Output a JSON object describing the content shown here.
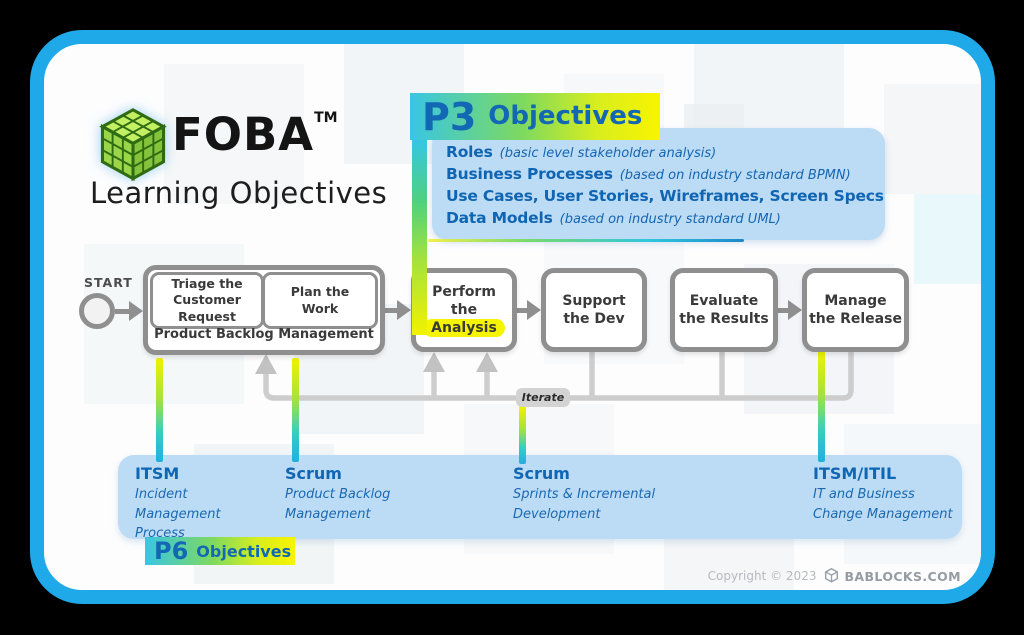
{
  "brand": {
    "name": "FOBA",
    "trademark": "TM",
    "subtitle": "Learning Objectives"
  },
  "p3_banner": {
    "tag": "P3",
    "label": "Objectives"
  },
  "p3_items": [
    {
      "title": "Roles",
      "note": "(basic level stakeholder analysis)"
    },
    {
      "title": "Business Processes",
      "note": "(based on industry standard BPMN)"
    },
    {
      "title": "Use Cases, User Stories, Wireframes, Screen Specs",
      "note": ""
    },
    {
      "title": "Data Models",
      "note": "(based on industry standard UML)"
    }
  ],
  "flow": {
    "start": "START",
    "box1a": [
      "Triage the",
      "Customer",
      "Request"
    ],
    "box1b": [
      "Plan the",
      "Work"
    ],
    "box1_footer": "Product Backlog Management",
    "box2": [
      "Perform",
      "the"
    ],
    "box2_highlight": "Analysis",
    "box3": [
      "Support",
      "the Dev"
    ],
    "box4": [
      "Evaluate",
      "the Results"
    ],
    "box5": [
      "Manage",
      "the Release"
    ],
    "iterate": "Iterate"
  },
  "p6_banner": {
    "tag": "P6",
    "label": "Objectives"
  },
  "p6_columns": [
    {
      "title": "ITSM",
      "lines": [
        "Incident",
        "Management",
        "Process"
      ]
    },
    {
      "title": "Scrum",
      "lines": [
        "Product Backlog",
        "Management"
      ]
    },
    {
      "title": "Scrum",
      "lines": [
        "Sprints & Incremental",
        "Development"
      ]
    },
    {
      "title": "ITSM/ITIL",
      "lines": [
        "IT and Business",
        "Change Management"
      ]
    }
  ],
  "footer": {
    "copyright": "Copyright © 2023",
    "site": "BABLOCKS.COM"
  },
  "colors": {
    "card_border": "#1fa9e8",
    "accent_blue": "#1268b5",
    "panel_blue": "#bcdcf6",
    "gradient_cyan": "#38c6e4",
    "gradient_yellow": "#f8f400",
    "highlight_yellow": "#f5f500",
    "flow_gray": "#8f8f8f"
  }
}
